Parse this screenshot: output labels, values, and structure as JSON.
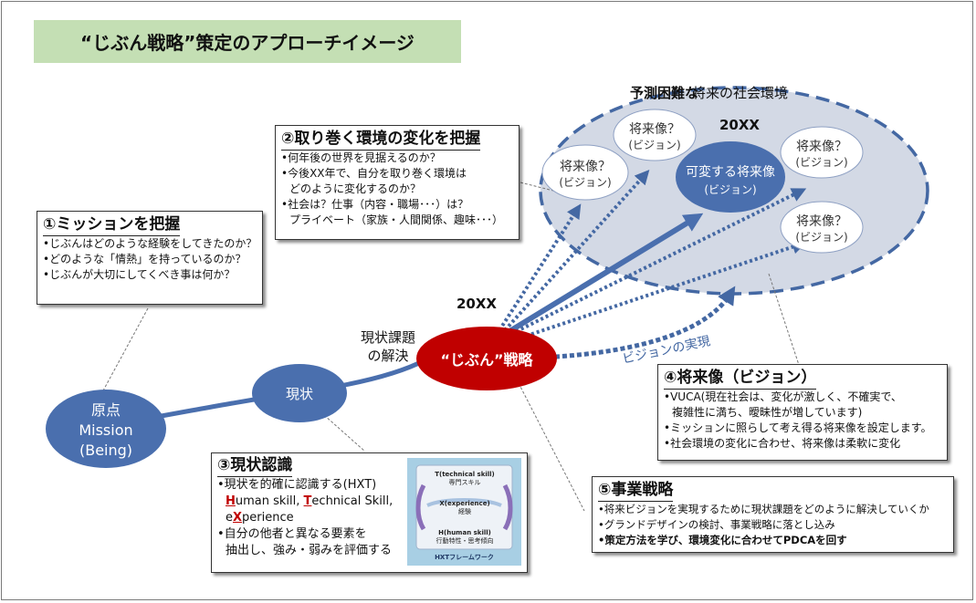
{
  "title": "“じぶん戦略”策定のアプローチイメージ",
  "future_env": {
    "label_bold": "予測困難な",
    "label_rest": "将来の社会環境",
    "year": "20XX"
  },
  "nodes": {
    "origin": [
      "原点",
      "Mission",
      "(Being)"
    ],
    "current": "現状",
    "strategy": "“じぶん”戦略",
    "issue": [
      "現状課題",
      "の解決"
    ],
    "year_mid": "20XX",
    "changeable": {
      "line1": "可変する将来像",
      "line2": "(ビジョン)"
    },
    "future_small": [
      {
        "line1": "将来像？",
        "line2": "(ビジョン)"
      },
      {
        "line1": "将来像？",
        "line2": "(ビジョン)"
      },
      {
        "line1": "将来像？",
        "line2": "(ビジョン)"
      },
      {
        "line1": "将来像？",
        "line2": "(ビジョン)"
      }
    ],
    "vision_realization": "ビジョンの実現"
  },
  "box1": {
    "title": "①ミッションを把握",
    "items": [
      "•じぶんはどのような経験をしてきたのか？",
      "•どのような「情熱」を持っているのか？",
      "•じぶんが大切にしてくべき事は何か？"
    ]
  },
  "box2": {
    "title": "②取り巻く環境の変化を把握",
    "items": [
      "•何年後の世界を見据えるのか？",
      "•今後XX年で、自分を取り巻く環境は",
      "どのように変化するのか？",
      "•社会は？仕事（内容・職場･･･）は？",
      "プライベート（家族・人間関係、趣味･･･）"
    ]
  },
  "box3": {
    "title": "③現状認識",
    "item1": "•現状を的確に認識する(HXT)",
    "h_letter": "H",
    "h_rest": "uman skill, ",
    "t_letter": "T",
    "t_rest": "echnical Skill,",
    "e_pre": "e",
    "x_letter": "X",
    "e_rest": "perience",
    "item2a": "•自分の他者と異なる要素を",
    "item2b": "抽出し、強み・弱みを評価する",
    "hxt": {
      "t_title": "T(technical skill)",
      "t_sub": "専門スキル",
      "x_title": "X(experience)",
      "x_sub": "経験",
      "h_title": "H(human skill)",
      "h_sub": "行動特性・思考傾向",
      "caption": "HXTフレームワーク"
    }
  },
  "box4": {
    "title": "④将来像（ビジョン）",
    "items": [
      "•VUCA(現在社会は、変化が激しく、不確実で、",
      "複雑性に満ち、曖昧性が増しています)",
      "•ミッションに照らして考え得る将来像を設定します。",
      "•社会環境の変化に合わせ、将来像は柔軟に変化"
    ]
  },
  "box5": {
    "title": "⑤事業戦略",
    "items": [
      "•将来ビジョンを実現するために現状課題をどのように解決していくか",
      "•グランドデザインの検討、事業戦略に落とし込み"
    ],
    "item_bold": "•策定方法を学び、環境変化に合わせてPDCAを回す"
  },
  "colors": {
    "title_bg": "#c4dfb4",
    "node_blue": "#4a6fae",
    "strategy_red": "#c00000",
    "cloud_fill": "#d3d9e5",
    "dash_blue": "#4468a3"
  }
}
